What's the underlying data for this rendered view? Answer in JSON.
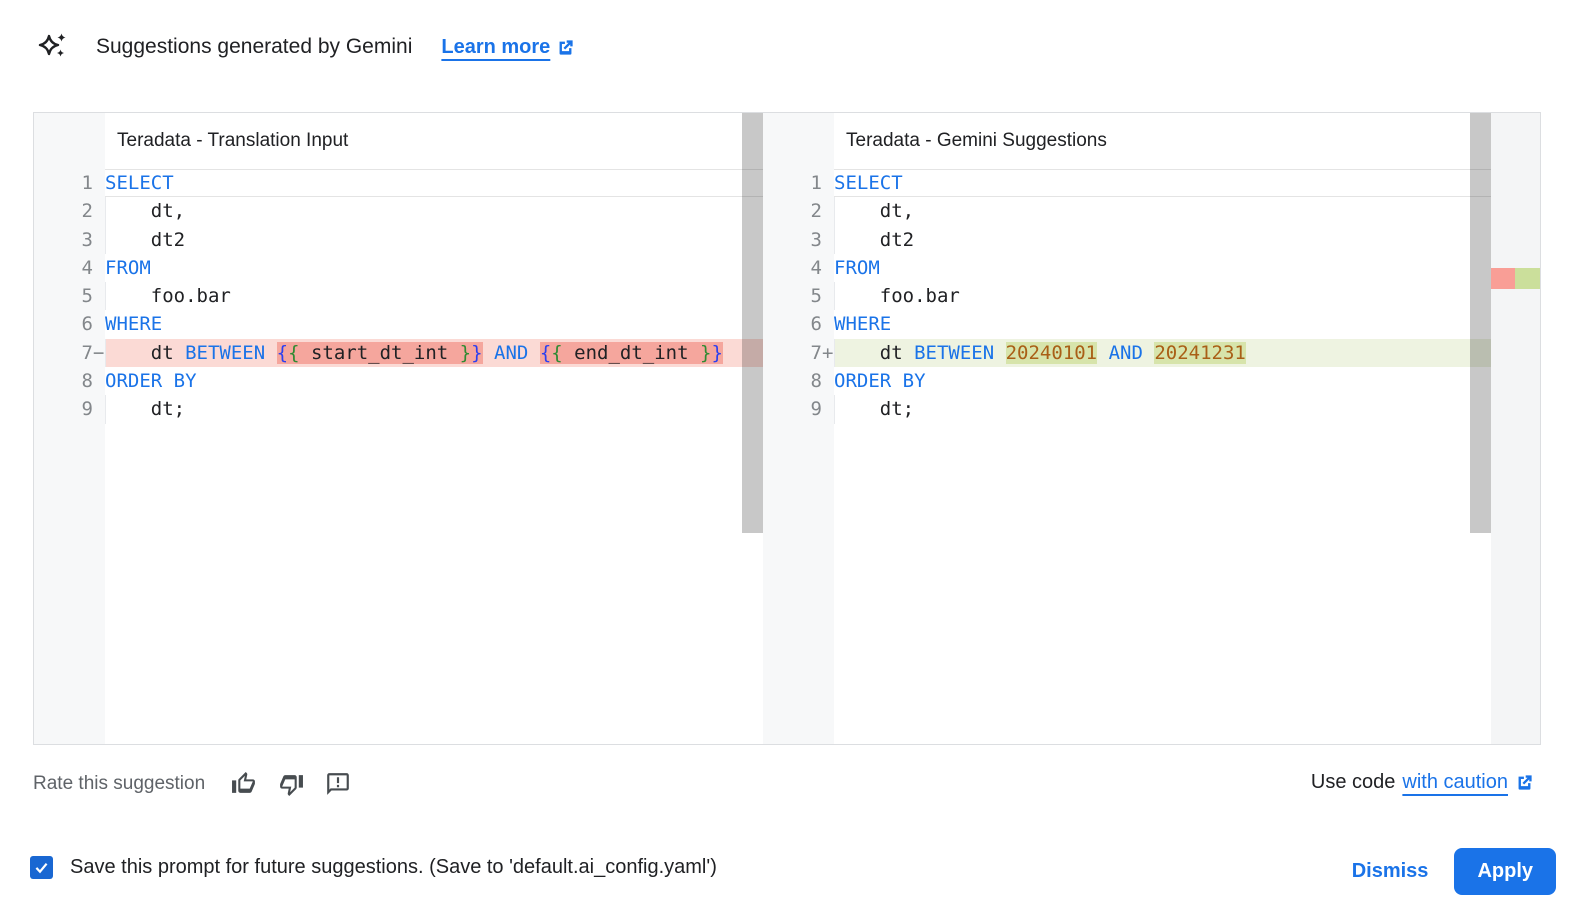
{
  "header": {
    "icon": "gemini-sparkle-icon",
    "title": "Suggestions generated by Gemini",
    "learn_more_label": "Learn more"
  },
  "editors": [
    {
      "title": "Teradata - Translation Input",
      "lines": [
        {
          "n": "1",
          "cur": true,
          "tokens": [
            [
              "k",
              "SELECT"
            ]
          ]
        },
        {
          "n": "2",
          "guide": true,
          "tokens": [
            [
              "p",
              "    dt,"
            ]
          ]
        },
        {
          "n": "3",
          "guide": true,
          "tokens": [
            [
              "p",
              "    dt2"
            ]
          ]
        },
        {
          "n": "4",
          "tokens": [
            [
              "k",
              "FROM"
            ]
          ]
        },
        {
          "n": "5",
          "guide": true,
          "tokens": [
            [
              "p",
              "    foo.bar"
            ]
          ]
        },
        {
          "n": "6",
          "tokens": [
            [
              "k",
              "WHERE"
            ]
          ]
        },
        {
          "n": "7",
          "sign": "−",
          "diff": "removed",
          "guide": true,
          "tokens": [
            [
              "p",
              "    dt "
            ],
            [
              "k",
              "BETWEEN"
            ],
            [
              "p",
              " "
            ],
            [
              "bb wr",
              "{"
            ],
            [
              "bg wr",
              "{"
            ],
            [
              "p wr",
              " start_dt_int "
            ],
            [
              "bg wr",
              "}"
            ],
            [
              "bb wr",
              "}"
            ],
            [
              "p",
              " "
            ],
            [
              "k",
              "AND"
            ],
            [
              "p",
              " "
            ],
            [
              "bb wr",
              "{"
            ],
            [
              "bg wr",
              "{"
            ],
            [
              "p wr",
              " end_dt_int "
            ],
            [
              "bg wr",
              "}"
            ],
            [
              "bb wr",
              "}"
            ]
          ]
        },
        {
          "n": "8",
          "tokens": [
            [
              "k",
              "ORDER BY"
            ]
          ]
        },
        {
          "n": "9",
          "guide": true,
          "tokens": [
            [
              "p",
              "    dt;"
            ]
          ]
        }
      ]
    },
    {
      "title": "Teradata - Gemini Suggestions",
      "lines": [
        {
          "n": "1",
          "cur": true,
          "tokens": [
            [
              "k",
              "SELECT"
            ]
          ]
        },
        {
          "n": "2",
          "guide": true,
          "tokens": [
            [
              "p",
              "    dt,"
            ]
          ]
        },
        {
          "n": "3",
          "guide": true,
          "tokens": [
            [
              "p",
              "    dt2"
            ]
          ]
        },
        {
          "n": "4",
          "tokens": [
            [
              "k",
              "FROM"
            ]
          ]
        },
        {
          "n": "5",
          "guide": true,
          "tokens": [
            [
              "p",
              "    foo.bar"
            ]
          ]
        },
        {
          "n": "6",
          "tokens": [
            [
              "k",
              "WHERE"
            ]
          ]
        },
        {
          "n": "7",
          "sign": "+",
          "diff": "added",
          "guide": true,
          "tokens": [
            [
              "p",
              "    dt "
            ],
            [
              "k",
              "BETWEEN"
            ],
            [
              "p",
              " "
            ],
            [
              "n wg",
              "20240101"
            ],
            [
              "p",
              " "
            ],
            [
              "k",
              "AND"
            ],
            [
              "p",
              " "
            ],
            [
              "n wg",
              "20241231"
            ]
          ]
        },
        {
          "n": "8",
          "tokens": [
            [
              "k",
              "ORDER BY"
            ]
          ]
        },
        {
          "n": "9",
          "guide": true,
          "tokens": [
            [
              "p",
              "    dt;"
            ]
          ]
        }
      ]
    }
  ],
  "rate": {
    "label": "Rate this suggestion",
    "icons": [
      "thumb-up-icon",
      "thumb-down-icon",
      "feedback-icon"
    ]
  },
  "caution": {
    "prefix": "Use code",
    "link": "with caution"
  },
  "bottom_bar": {
    "checkbox_checked": true,
    "save_label": "Save this prompt for future suggestions. (Save to 'default.ai_config.yaml')",
    "dismiss_label": "Dismiss",
    "apply_label": "Apply"
  },
  "colors": {
    "accent_blue": "#1a73e8",
    "checkbox_blue": "#1967d2",
    "keyword_blue": "#1a73e8",
    "number_literal": "#a95f16",
    "bracket_blue": "#2b3ff0",
    "bracket_green": "#2e8a32",
    "removed_line_bg": "#fbdad5",
    "removed_word_bg": "#f5a69d",
    "added_line_bg": "#eef3e1",
    "added_word_bg": "#d7e4ab",
    "ruler_mark_red": "#f99e96",
    "ruler_mark_green": "#cbdf9b"
  }
}
